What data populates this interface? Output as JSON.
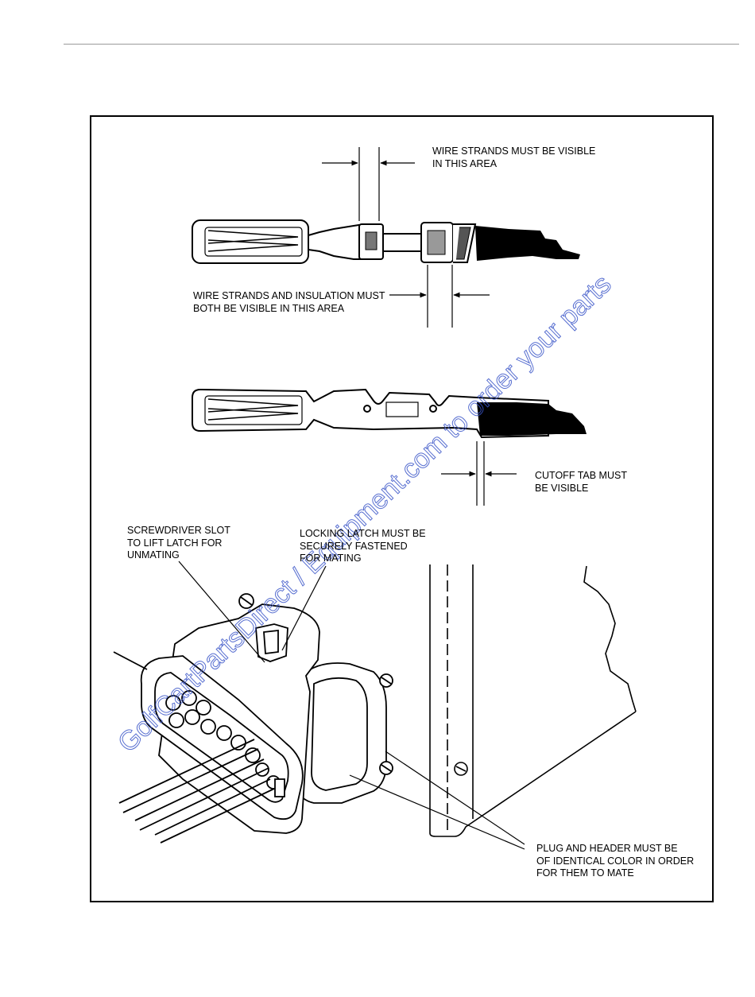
{
  "labels": {
    "wire_strands_visible": "WIRE STRANDS MUST BE VISIBLE\nIN THIS AREA",
    "strands_insulation_visible": "WIRE STRANDS AND INSULATION MUST\nBOTH BE VISIBLE IN THIS AREA",
    "cutoff_tab_visible": "CUTOFF TAB MUST\nBE VISIBLE",
    "screwdriver_slot": "SCREWDRIVER SLOT\nTO LIFT LATCH FOR\nUNMATING",
    "locking_latch": "LOCKING LATCH MUST BE\nSECURELY FASTENED\nFOR MATING",
    "plug_header_color": "PLUG AND HEADER MUST BE\nOF IDENTICAL COLOR IN ORDER\nFOR THEM TO MATE"
  },
  "watermark": "GolfCartPartsDirect / Equipment.com to order your parts",
  "colors": {
    "ink": "#000000",
    "watermark": "#3a55c8",
    "rule": "#9a9a9a"
  }
}
